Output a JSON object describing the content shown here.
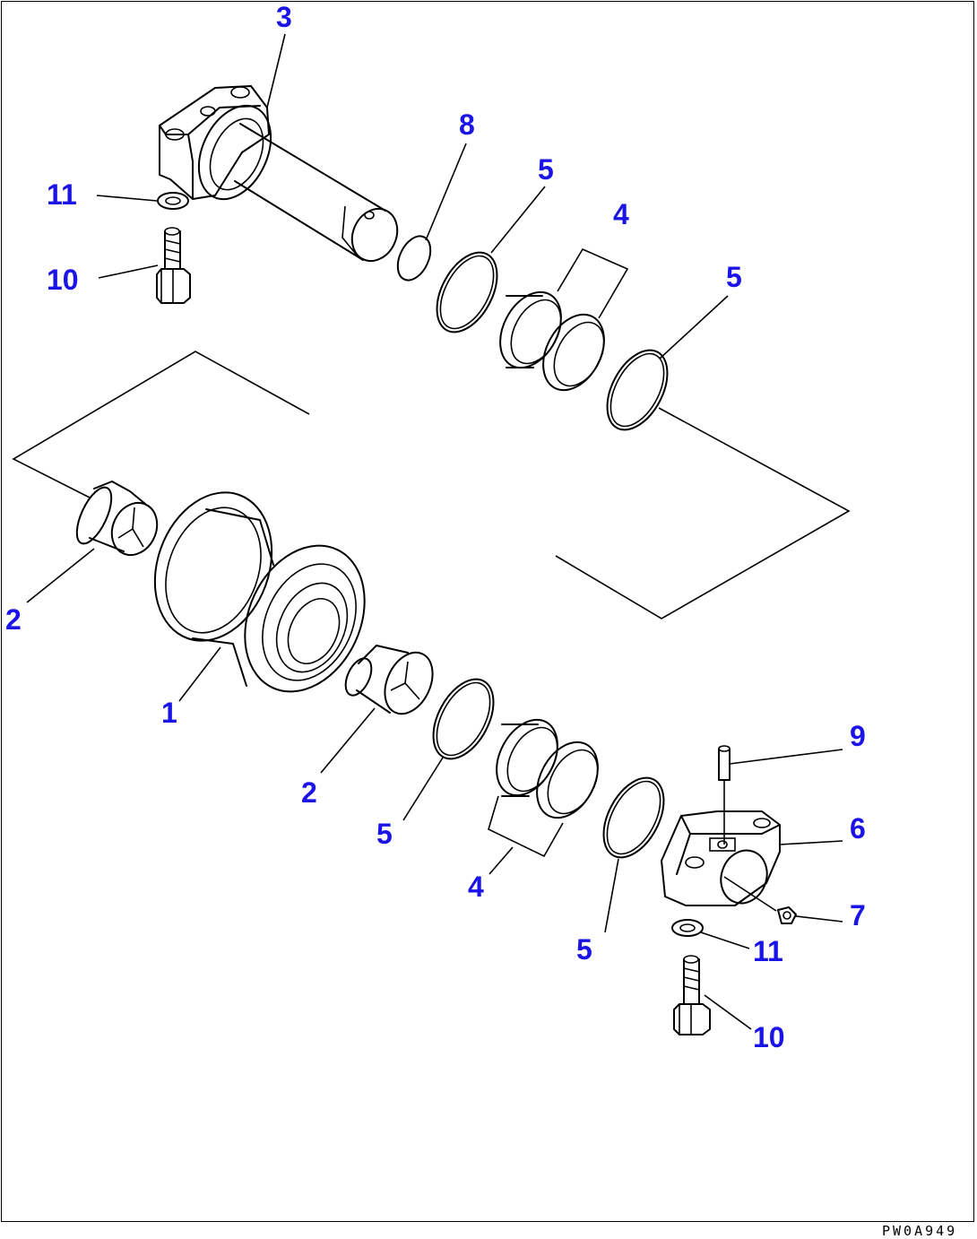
{
  "drawing": {
    "code": "PW0A949",
    "colors": {
      "callout": "#1a14e6",
      "line": "#000000",
      "background": "#ffffff"
    }
  },
  "callouts": [
    {
      "id": "c3",
      "label": "3"
    },
    {
      "id": "c8",
      "label": "8"
    },
    {
      "id": "c5a",
      "label": "5"
    },
    {
      "id": "c4a",
      "label": "4"
    },
    {
      "id": "c5b",
      "label": "5"
    },
    {
      "id": "c11a",
      "label": "11"
    },
    {
      "id": "c10a",
      "label": "10"
    },
    {
      "id": "c2a",
      "label": "2"
    },
    {
      "id": "c1",
      "label": "1"
    },
    {
      "id": "c2b",
      "label": "2"
    },
    {
      "id": "c5c",
      "label": "5"
    },
    {
      "id": "c4b",
      "label": "4"
    },
    {
      "id": "c5d",
      "label": "5"
    },
    {
      "id": "c9",
      "label": "9"
    },
    {
      "id": "c6",
      "label": "6"
    },
    {
      "id": "c7",
      "label": "7"
    },
    {
      "id": "c11b",
      "label": "11"
    },
    {
      "id": "c10b",
      "label": "10"
    }
  ]
}
